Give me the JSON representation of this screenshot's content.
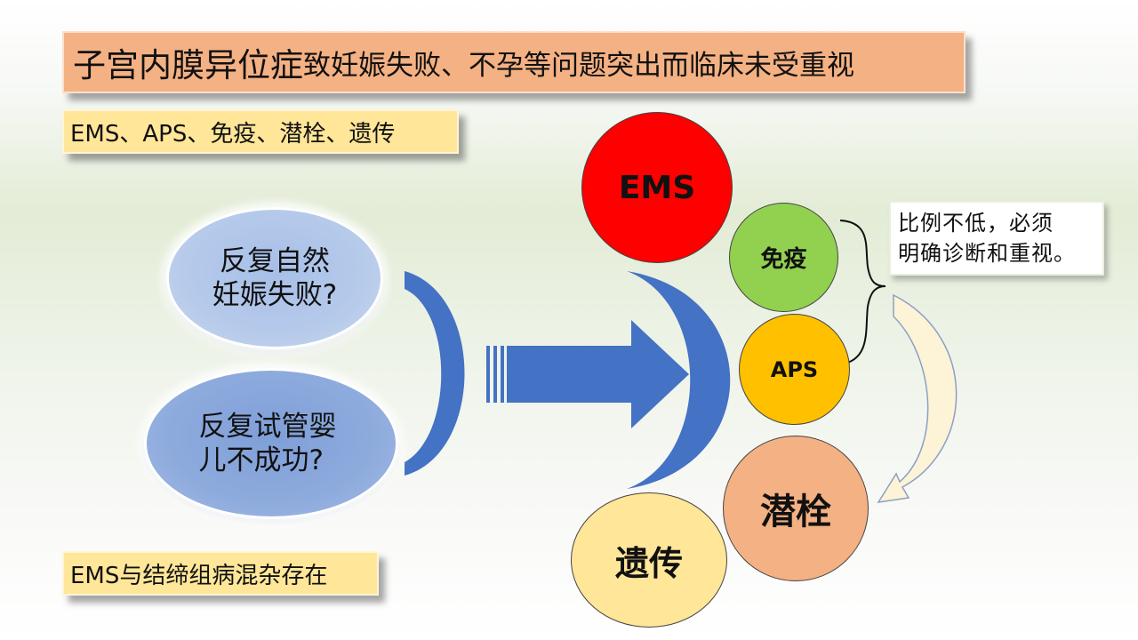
{
  "title": {
    "main": "子宫内膜异位症",
    "rest": "致妊娠失败、不孕等问题突出而临床未受重视"
  },
  "factors_label": "EMS、APS、免疫、潜栓、遗传",
  "coexist_label": "EMS与结缔组病混杂存在",
  "ovals": {
    "recurrent_loss": {
      "line1": "反复自然",
      "line2": "妊娠失败?"
    },
    "ivf_failure": {
      "line1": "反复试管婴",
      "line2": "儿不成功?"
    }
  },
  "circles": {
    "ems": "EMS",
    "immunity": "免疫",
    "aps": "APS",
    "thrombosis": "潜栓",
    "genetics": "遗传"
  },
  "note": {
    "line1": "比例不低，必须",
    "line2": "明确诊断和重视。"
  },
  "colors": {
    "title_fill": "#f4b183",
    "label_fill": "#ffe699",
    "arrow_blue": "#4472c4",
    "ems_red": "#ff0000",
    "immunity_green": "#92d050",
    "aps_orange": "#ffc000",
    "thrombosis_salmon": "#f4b183",
    "genetics_yellow": "#ffe699",
    "curved_arrow_fill": "#fdf3d6"
  }
}
